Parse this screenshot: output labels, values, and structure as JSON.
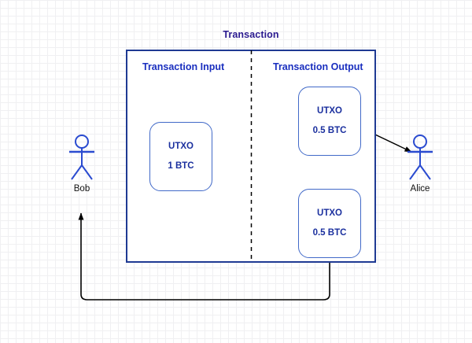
{
  "diagram": {
    "title": "Transaction",
    "sections": {
      "input_label": "Transaction Input",
      "output_label": "Transaction Output"
    },
    "nodes": {
      "input_utxo": {
        "name": "UTXO",
        "amount": "1 BTC"
      },
      "output_utxo_top": {
        "name": "UTXO",
        "amount": "0.5 BTC"
      },
      "output_utxo_bottom": {
        "name": "UTXO",
        "amount": "0.5 BTC"
      }
    },
    "actors": {
      "sender": "Bob",
      "recipient": "Alice"
    },
    "colors": {
      "title_text": "#2a1a8f",
      "section_text": "#1a2fbf",
      "utxo_border": "#4169c8",
      "utxo_text": "#1a2f9e",
      "container_border": "#1f3a93",
      "actor_stroke": "#2a4bd0",
      "actor_label": "#111111",
      "arrow": "#000000",
      "grid_minor": "#f0f0f2",
      "grid_major": "#dcdce2",
      "background": "#ffffff"
    }
  }
}
